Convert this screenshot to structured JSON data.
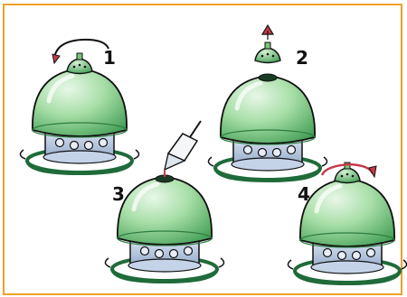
{
  "steps": [
    {
      "number": "1",
      "action": "rotate-cap"
    },
    {
      "number": "2",
      "action": "remove-cap"
    },
    {
      "number": "3",
      "action": "fill-seed"
    },
    {
      "number": "4",
      "action": "replace-cap"
    }
  ],
  "colors": {
    "frame": "#f0a12b",
    "dome_light": "#dff4df",
    "dome_mid": "#9fdc9f",
    "dome_dark": "#3a9a4e",
    "base": "#b9cbe3",
    "perch": "#1f6b3a",
    "arrow": "#c63a4a",
    "outline": "#111111"
  }
}
